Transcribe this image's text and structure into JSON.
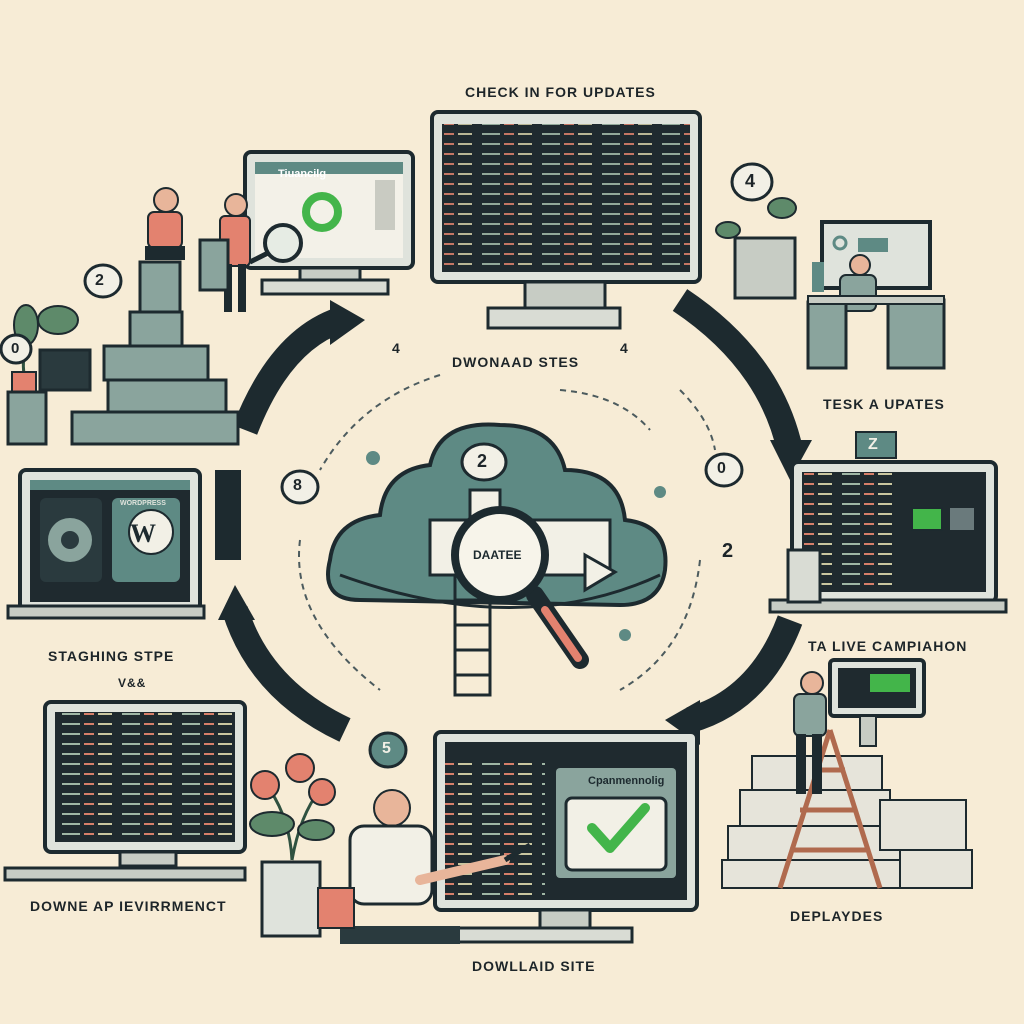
{
  "labels": {
    "check_updates": "CHECK IN FOR UPDATES",
    "download_sites": "DWONAAD STES",
    "task_updates": "TESK A UPATES",
    "staging_site": "STAGHING  STPE",
    "staging_sub": "V&&",
    "live_campaign": "TA LIVE CAMPIAHON",
    "dev_environment": "DOWNE AP IEVIRRMENCT",
    "deployed": "DEPLAYDES",
    "download_site": "DOWLLAID SITE"
  },
  "screens": {
    "training": "Tiuancilg",
    "wordpress": "W",
    "wordpress_tag": "WORDPRESS",
    "completing": "Cpanmennolig",
    "date_badge": "DAATEE"
  },
  "badges": {
    "plant_left": "0",
    "stack_left": "2",
    "top_right": "4",
    "right_z": "Z",
    "circle_left": "8",
    "cloud": "2",
    "right_circle": "0",
    "right_curl": "2",
    "arc_top_left": "4",
    "arc_top_right": "4",
    "bottom_bubble": "5"
  },
  "colors": {
    "background": "#f7ecd6",
    "teal": "#5e8a84",
    "dark": "#1d2a2f",
    "green": "#43b54a",
    "salmon": "#e3826f"
  }
}
